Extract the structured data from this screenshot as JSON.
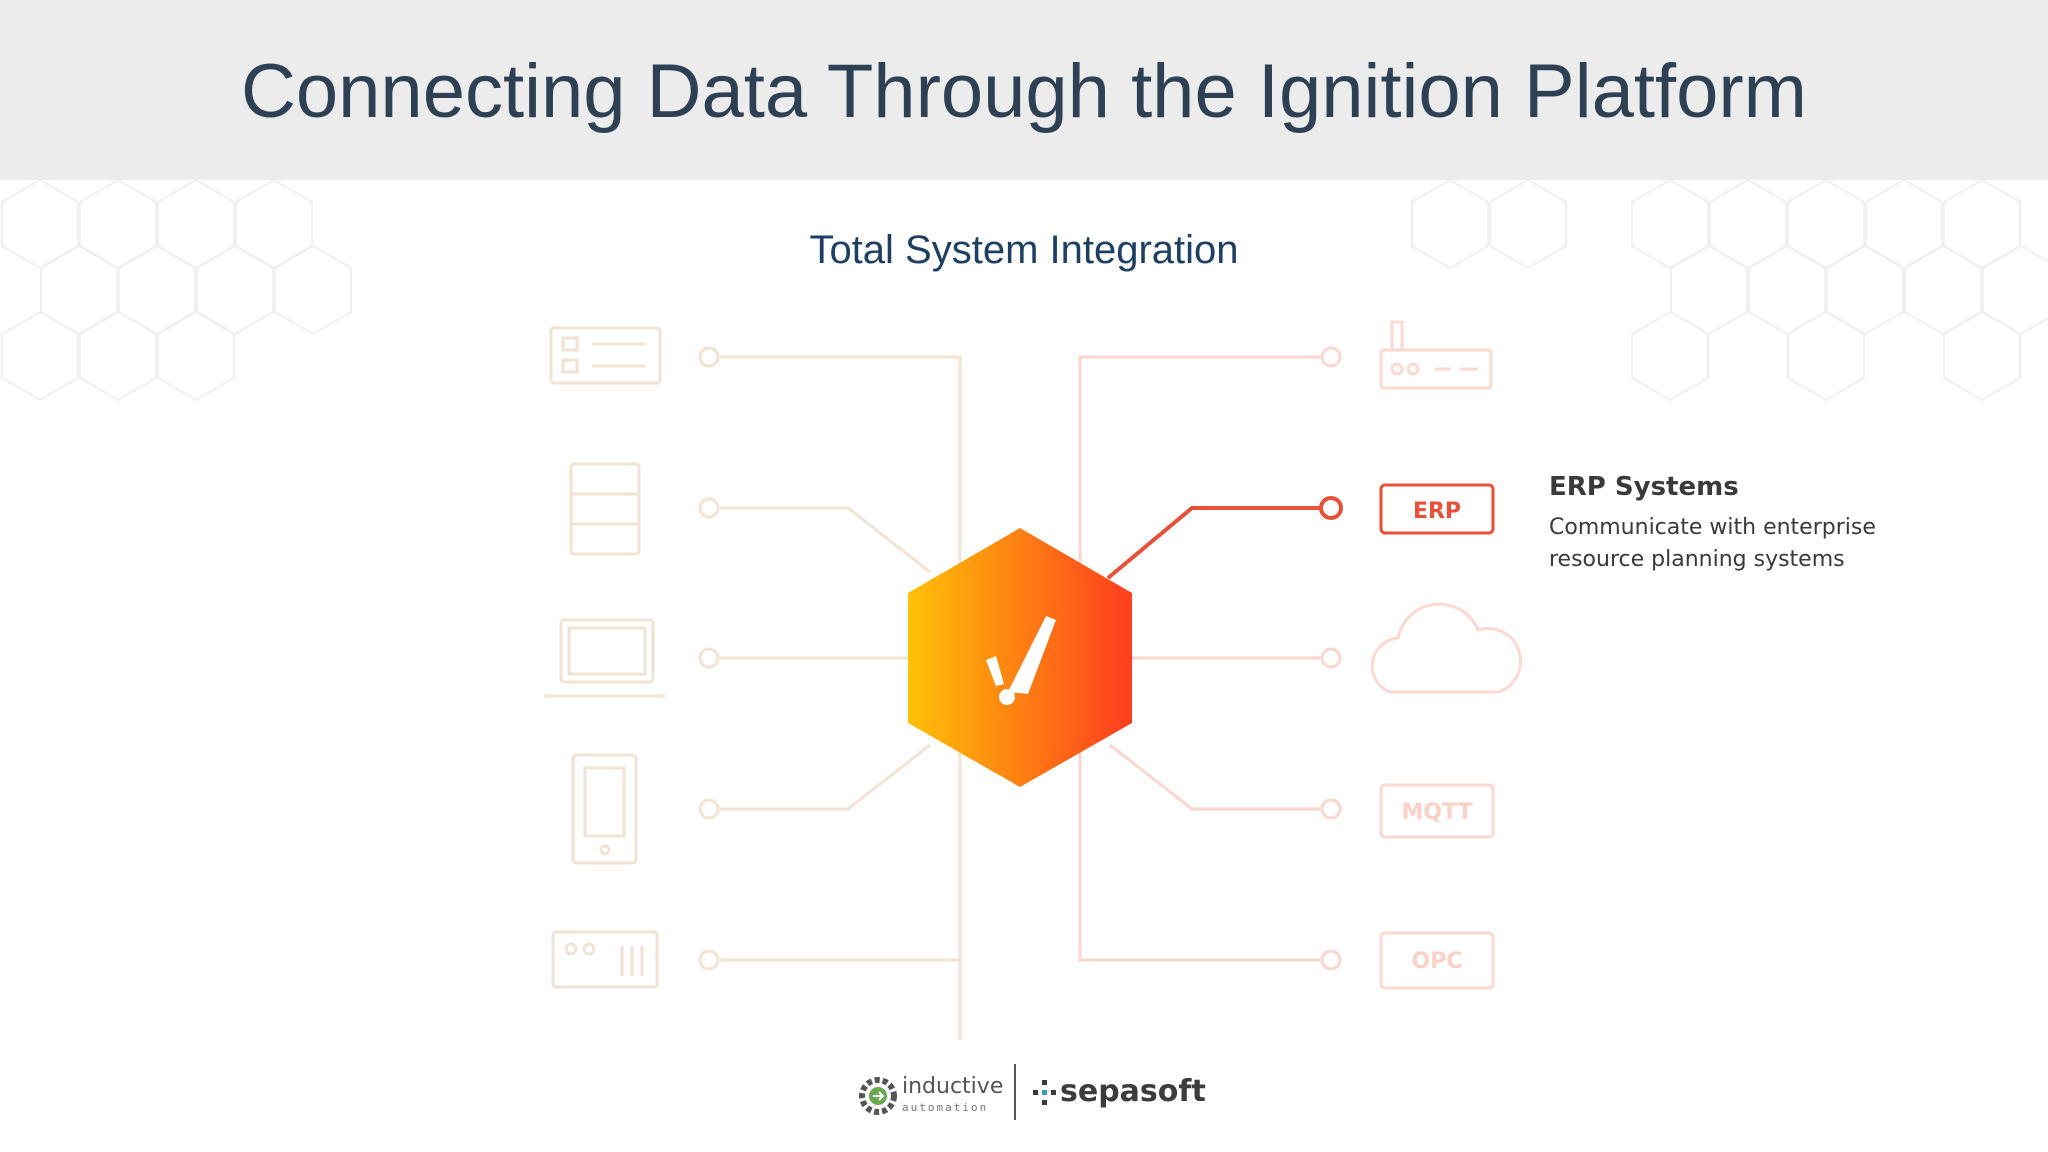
{
  "slide": {
    "title": "Connecting Data Through the Ignition Platform",
    "subtitle": "Total System Integration"
  },
  "diagram": {
    "center_icon": "ignition-logo-hexagon",
    "left_nodes": [
      {
        "icon": "dashboard-icon"
      },
      {
        "icon": "server-icon"
      },
      {
        "icon": "laptop-icon"
      },
      {
        "icon": "tablet-icon"
      },
      {
        "icon": "device-panel-icon"
      }
    ],
    "right_nodes": [
      {
        "icon": "router-icon",
        "label": "",
        "active": false
      },
      {
        "icon": "erp-box",
        "label": "ERP",
        "active": true
      },
      {
        "icon": "cloud-icon",
        "label": "",
        "active": false
      },
      {
        "icon": "mqtt-box",
        "label": "MQTT",
        "active": false
      },
      {
        "icon": "opc-box",
        "label": "OPC",
        "active": false
      }
    ],
    "highlight": {
      "title": "ERP Systems",
      "description": "Communicate with enterprise resource planning systems"
    }
  },
  "footer": {
    "inductive_name": "inductive",
    "inductive_sub": "automation",
    "sepasoft_name": "sepasoft"
  },
  "colors": {
    "header_bg": "#ececed",
    "title": "#2e4053",
    "subtitle": "#1d3f63",
    "accent": "#e8503a",
    "faded_left": "#f3e3d3",
    "faded_right": "#fbd6cf",
    "hex_gradient_start": "#ffc107",
    "hex_gradient_end": "#ff3d1f"
  }
}
